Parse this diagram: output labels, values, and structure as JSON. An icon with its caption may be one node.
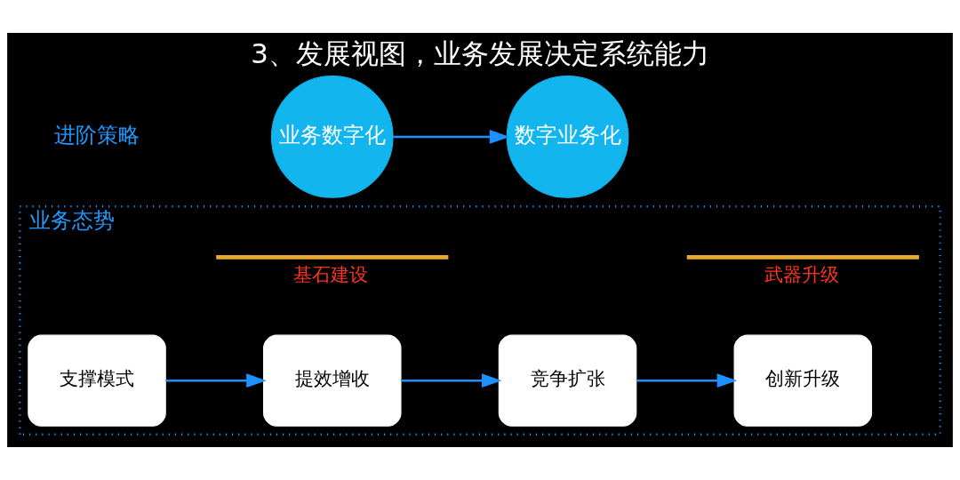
{
  "diagram": {
    "title": "3、发展视图，业务发展决定系统能力",
    "nodes": [
      {
        "text": [
          "业务态势"
        ]
      },
      {
        "text": [
          "支撑模式"
        ],
        "in": 0
      },
      {
        "text": [
          "提效增收"
        ],
        "in": 0
      },
      {
        "text": [
          "竞争扩张"
        ],
        "in": 0
      },
      {
        "text": [
          "创新升级"
        ],
        "in": 0
      },
      {
        "text": [
          "业务数字化"
        ]
      },
      {
        "text": [
          "数字业务化"
        ]
      }
    ],
    "edges": [
      {
        "from": 1,
        "to": 2,
        "arrow": "to"
      },
      {
        "from": 2,
        "to": 3,
        "arrow": "to"
      },
      {
        "from": 3,
        "to": 4,
        "arrow": "to"
      },
      {
        "from": 5,
        "to": 6,
        "arrow": "to"
      }
    ],
    "labels": [
      "基石建设",
      "武器升级",
      "进阶策略"
    ]
  }
}
